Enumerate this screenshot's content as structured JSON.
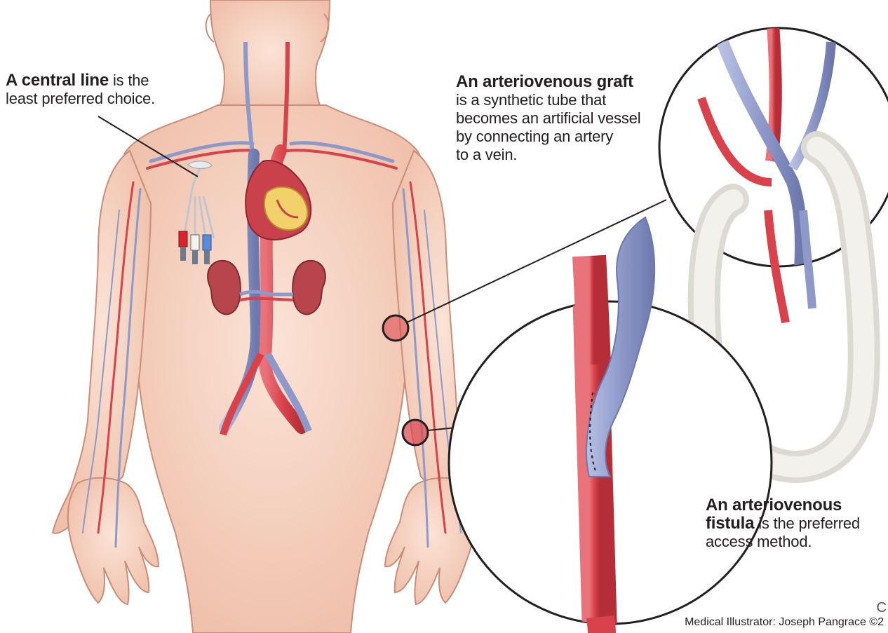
{
  "labels": {
    "central_line": {
      "bold": "A central line",
      "rest_line1": " is the",
      "line2": "least preferred choice."
    },
    "graft": {
      "bold": "An arteriovenous graft",
      "lines": [
        "is a synthetic tube that",
        "becomes an artificial vessel",
        "by connecting an artery",
        "to a vein."
      ]
    },
    "fistula": {
      "bold_line1": "An arteriovenous",
      "bold_line2": "fistula",
      "rest_line2": " is the preferred",
      "line3": "access method."
    }
  },
  "credit": "Medical Illustrator: Joseph Pangrace ©2",
  "corner_letter": "C",
  "colors": {
    "artery": "#d9424a",
    "vein": "#8e99c9",
    "skin": "#f6d3c2",
    "skin_outline": "#c98d79",
    "graft": "#ecebe6",
    "heart": "#c9414a",
    "kidney": "#b8444c",
    "outline": "#231f20"
  }
}
